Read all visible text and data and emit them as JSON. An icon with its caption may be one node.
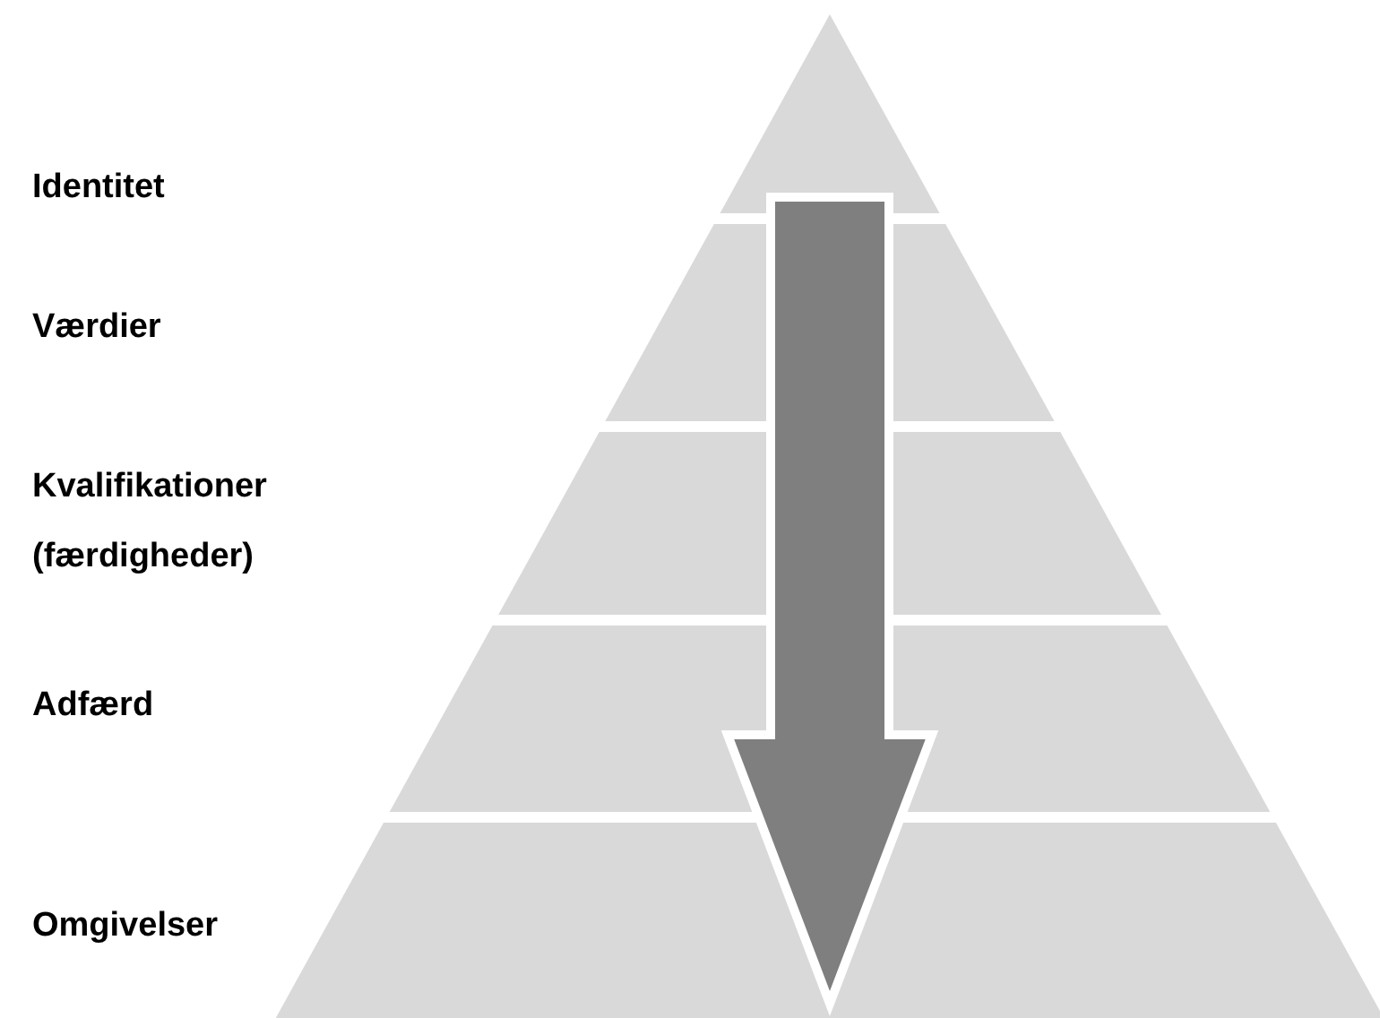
{
  "diagram": {
    "nodes": [
      {
        "text": [],
        "shape": "triangle"
      },
      {
        "text": [],
        "shape": "trapezoid"
      },
      {
        "text": [],
        "shape": "trapezoid"
      },
      {
        "text": [],
        "shape": "trapezoid"
      },
      {
        "text": [],
        "shape": "trapezoid"
      }
    ],
    "labels": [
      "Identitet",
      "Værdier",
      "Kvalifikationer (færdigheder)",
      "Adfærd",
      "Omgivelser"
    ],
    "edges": [
      {
        "from": 0,
        "to": 4,
        "arrow": "to",
        "style": "thick"
      }
    ]
  }
}
